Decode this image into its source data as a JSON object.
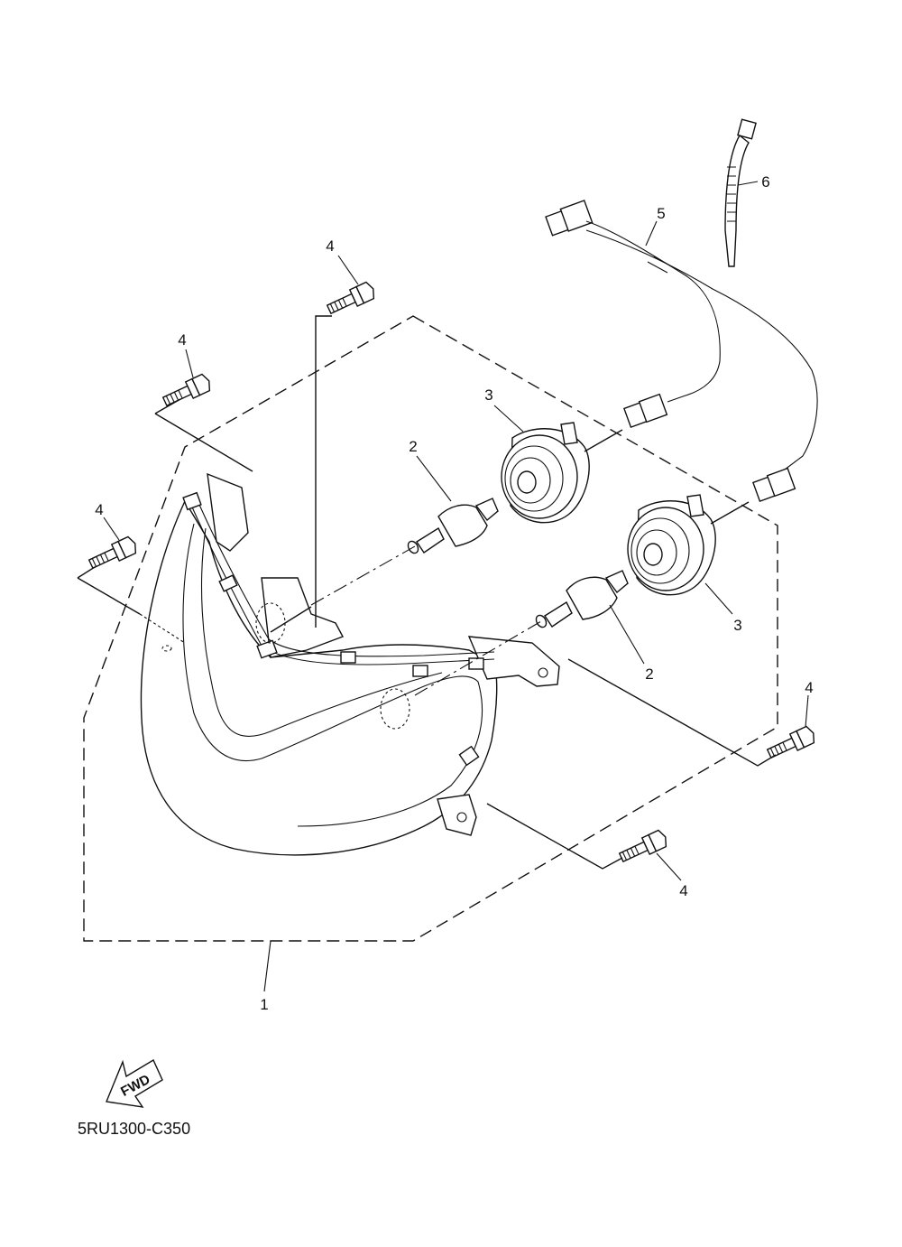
{
  "diagram_code": "5RU1300-C350",
  "fwd_label": "FWD",
  "callouts": {
    "headlight_assy": "1",
    "bulb_left": "2",
    "bulb_right": "2",
    "socket_left": "3",
    "socket_right": "3",
    "bolt_top": "4",
    "bolt_upper_left": "4",
    "bolt_mid_left": "4",
    "bolt_right": "4",
    "bolt_bottom": "4",
    "lead_wire": "5",
    "cable_tie": "6"
  }
}
